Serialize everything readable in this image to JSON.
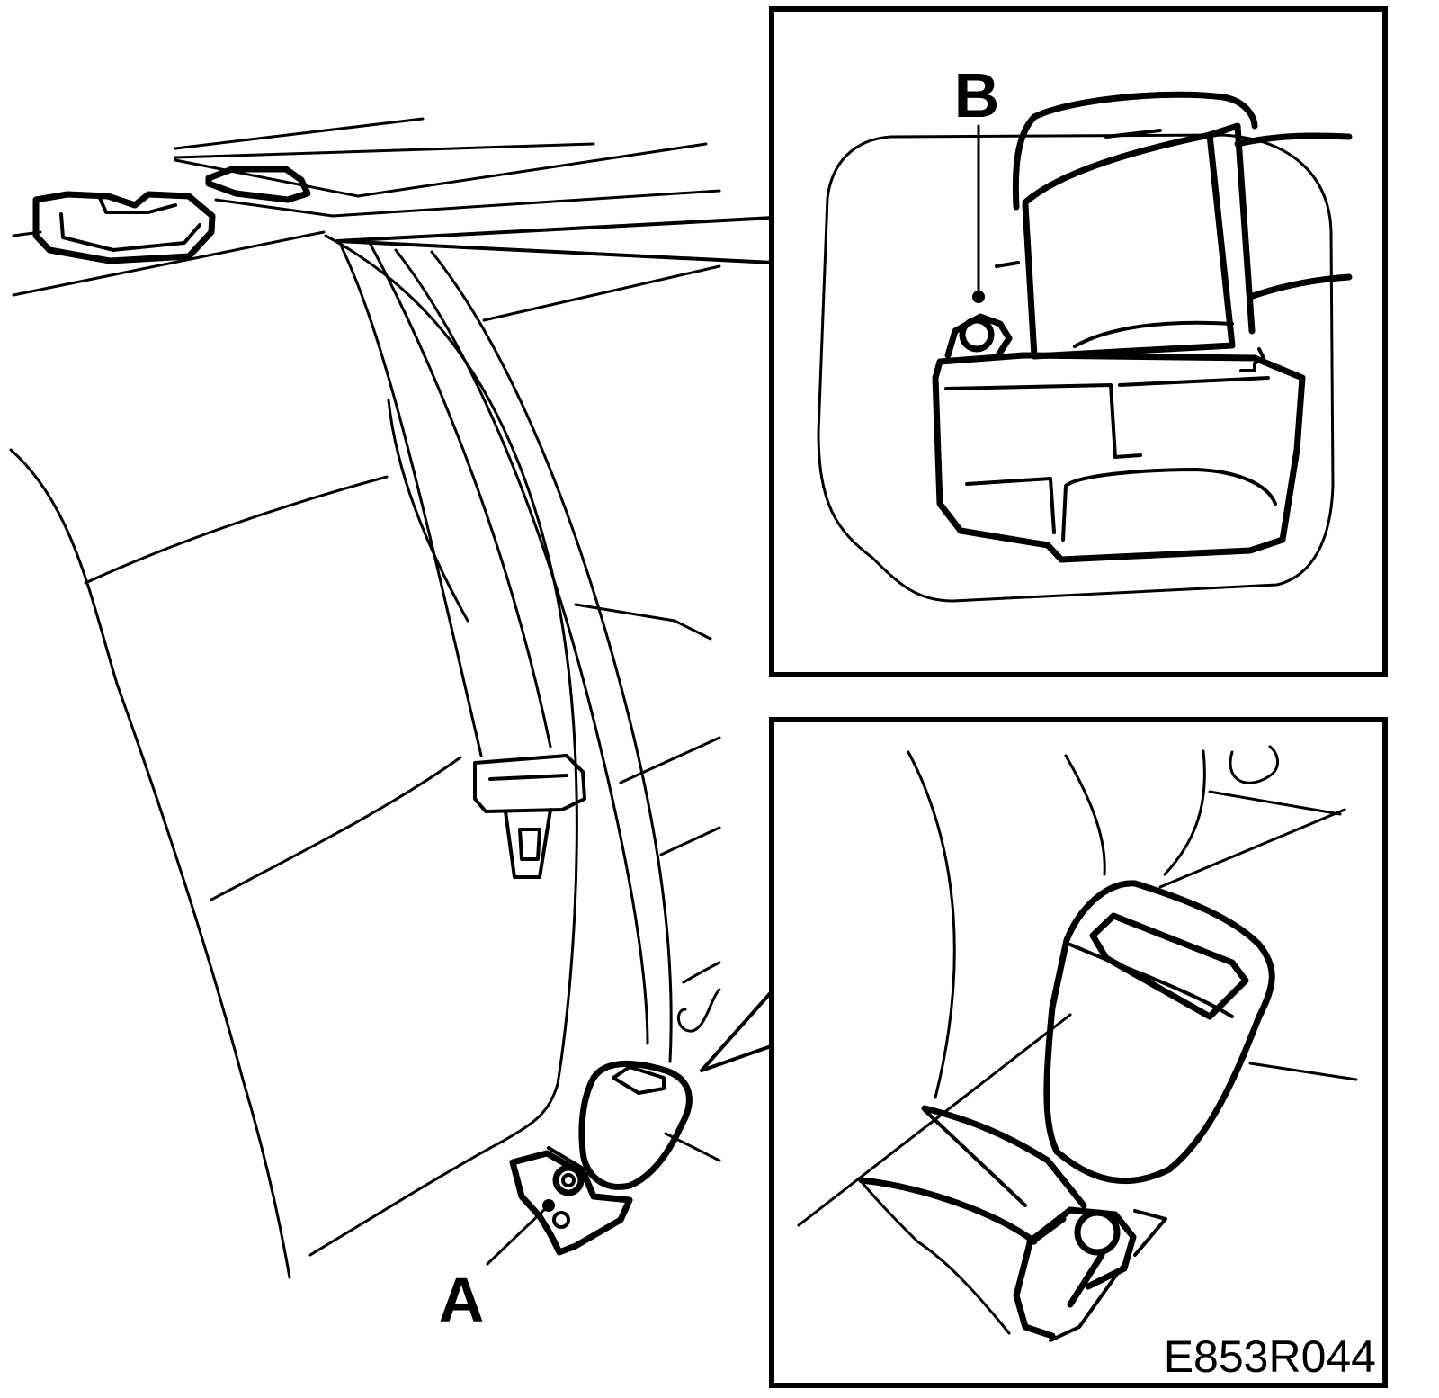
{
  "labels": {
    "anchor": "A",
    "retractor_bolt": "B"
  },
  "figure_code": "E853R044"
}
